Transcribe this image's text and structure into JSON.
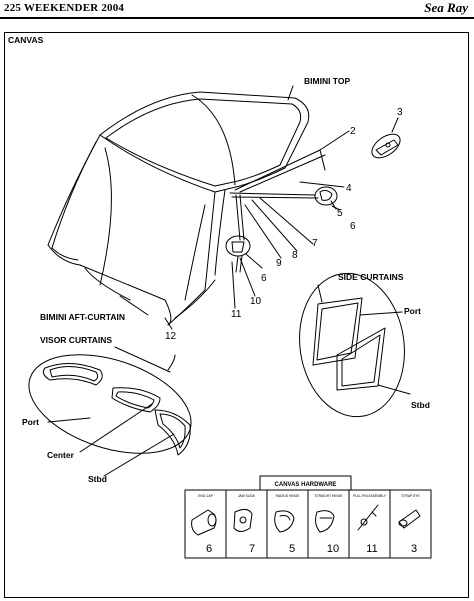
{
  "header": {
    "title": "225 WEEKENDER 2004",
    "logo": "Sea Ray"
  },
  "section": "CANVAS",
  "labels": {
    "bimini_top": "BIMINI TOP",
    "bimini_aft_curtain": "BIMINI AFT-CURTAIN",
    "visor_curtains": "VISOR CURTAINS",
    "side_curtains": "SIDE CURTAINS",
    "port": "Port",
    "center": "Center",
    "stbd": "Stbd",
    "side_port": "Port",
    "side_stbd": "Stbd"
  },
  "callouts": [
    "3",
    "2",
    "4",
    "5",
    "6",
    "7",
    "8",
    "9",
    "6",
    "10",
    "11",
    "12"
  ],
  "hardware": {
    "title": "CANVAS HARDWARE",
    "items": [
      {
        "name": "END CAP",
        "number": "6",
        "icon": "end-cap-icon"
      },
      {
        "name": "JAW SLIDE",
        "number": "7",
        "icon": "jaw-slide-icon"
      },
      {
        "name": "RADIUS HINGE",
        "number": "5",
        "icon": "radius-hinge-icon"
      },
      {
        "name": "STRAIGHT HINGE",
        "number": "10",
        "icon": "straight-hinge-icon"
      },
      {
        "name": "PULL PIN ASSEMBLY",
        "number": "11",
        "icon": "pull-pin-icon"
      },
      {
        "name": "STRAP EYE",
        "number": "3",
        "icon": "strap-eye-icon"
      }
    ]
  }
}
